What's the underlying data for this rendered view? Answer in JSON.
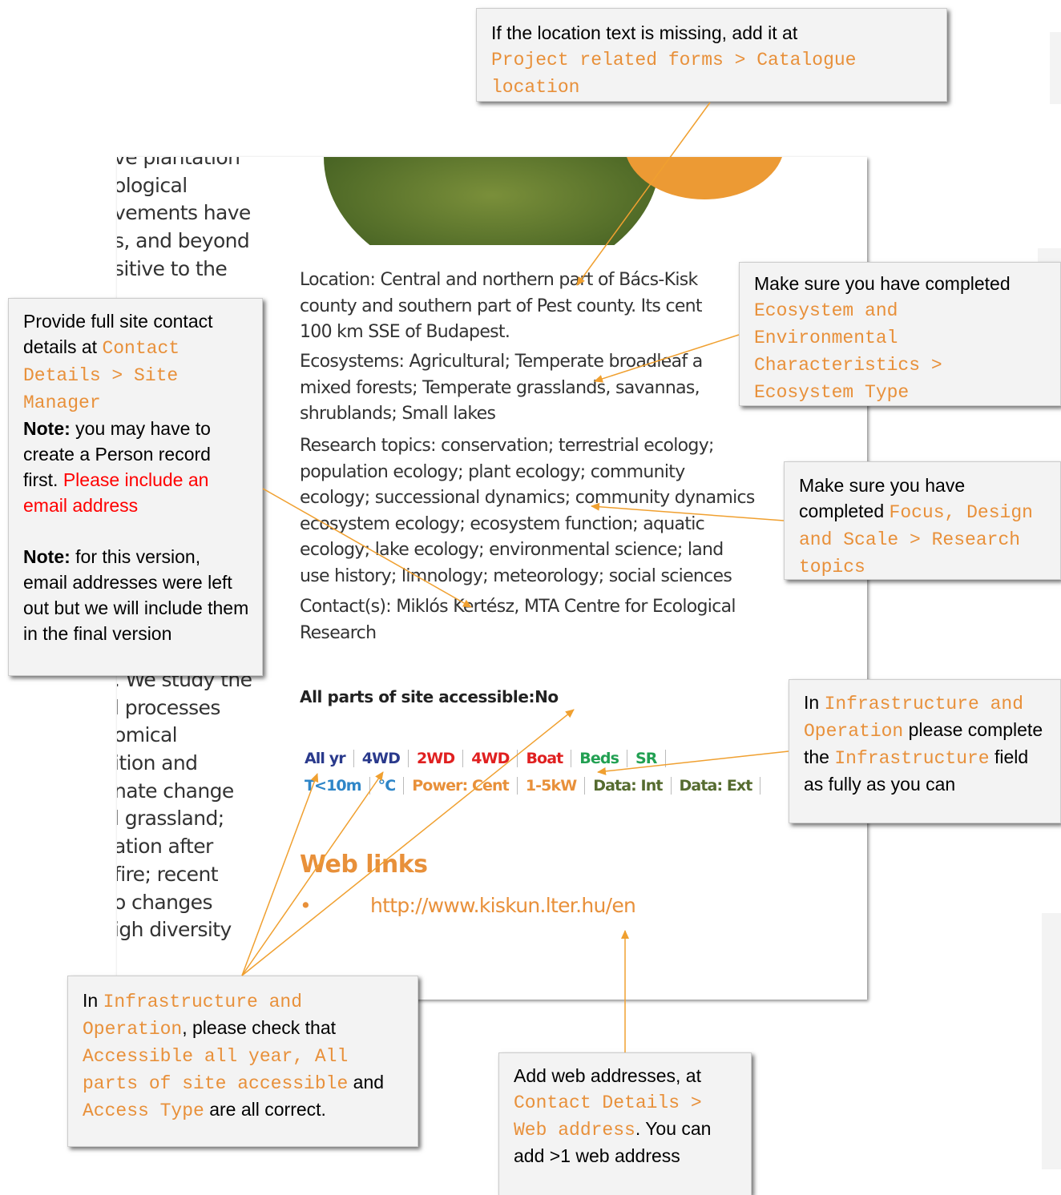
{
  "document": {
    "left_column_top": [
      "ve plantation",
      "ological",
      "vements have",
      "s, and beyond",
      "sitive to the"
    ],
    "left_column_bottom": [
      ". We study the",
      "l processes",
      "omical",
      "ition and",
      "nate change",
      "l grassland;",
      "ation after",
      "fire; recent",
      "o changes",
      "igh diversity"
    ],
    "location_lines": [
      "Location: Central and northern part of Bács-Kisk",
      "county and southern part of Pest county. Its cent",
      "100 km SSE of Budapest."
    ],
    "ecosystem_lines": [
      "Ecosystems: Agricultural; Temperate broadleaf a",
      "mixed forests; Temperate grasslands, savannas,",
      "shrublands; Small lakes"
    ],
    "research_lines": [
      "Research topics: conservation; terrestrial ecology;",
      "population ecology; plant ecology; community",
      "ecology; successional dynamics; community dynamics",
      "ecosystem ecology; ecosystem function; aquatic",
      "ecology; lake ecology; environmental science; land",
      "use history; limnology; meteorology; social sciences"
    ],
    "contact_lines": [
      "Contact(s): Miklós Kertész, MTA Centre for Ecological",
      "Research"
    ],
    "access_label": "All parts of site accessible:No",
    "infra_row1": [
      {
        "text": "All yr",
        "color": "#2a3a8c"
      },
      {
        "text": "4WD",
        "color": "#2a3a8c"
      },
      {
        "text": "2WD",
        "color": "#e02020"
      },
      {
        "text": "4WD",
        "color": "#e02020"
      },
      {
        "text": "Boat",
        "color": "#e02020"
      },
      {
        "text": "Beds",
        "color": "#22a052"
      },
      {
        "text": "SR",
        "color": "#22a052"
      }
    ],
    "infra_row2": [
      {
        "text": "T<10m",
        "color": "#2f86c8"
      },
      {
        "text": "°C",
        "color": "#2f86c8"
      },
      {
        "text": "Power: Cent",
        "color": "#e8903a"
      },
      {
        "text": "1-5kW",
        "color": "#e8903a"
      },
      {
        "text": "Data: Int",
        "color": "#556b2f"
      },
      {
        "text": "Data: Ext",
        "color": "#556b2f"
      }
    ],
    "web_links_title": "Web links",
    "web_link_bullet": "•",
    "web_link_url": "http://www.kiskun.lter.hu/en"
  },
  "callouts": {
    "location": {
      "text": "If the location text is missing, add it at",
      "path": "Project related forms > Catalogue location"
    },
    "contact": {
      "line1": "Provide full site contact details at",
      "path": "Contact Details > Site Manager",
      "note1_label": "Note:",
      "note1_text": " you may have to create a Person record first. ",
      "note1_red": "Please include an email address",
      "note2_label": "Note:",
      "note2_text": " for this version, email addresses were left out but we will include them in the final version"
    },
    "ecosystem": {
      "text": "Make sure you have completed",
      "path": "Ecosystem and Environmental Characteristics > Ecosystem Type"
    },
    "research": {
      "text": "Make sure you have completed",
      "path": "Focus, Design and Scale > Research topics"
    },
    "infrastructure": {
      "prefix": "In",
      "path1": "Infrastructure and Operation",
      "mid": "please complete the",
      "path2": "Infrastructure",
      "suffix": "field as fully as you can"
    },
    "access": {
      "prefix": "In",
      "path1": "Infrastructure and Operation",
      "mid": ", please check that",
      "path2": "Accessible all year, All parts of site accessible",
      "and": "and",
      "path3": "Access Type",
      "suffix": "are all correct."
    },
    "web": {
      "prefix": "Add web addresses, at",
      "path": "Contact Details > Web address",
      "suffix": ". You can add >1 web address"
    }
  },
  "colors": {
    "accent": "#e8903a",
    "callout_bg": "#f3f3f3",
    "arrow": "#f0a030"
  }
}
